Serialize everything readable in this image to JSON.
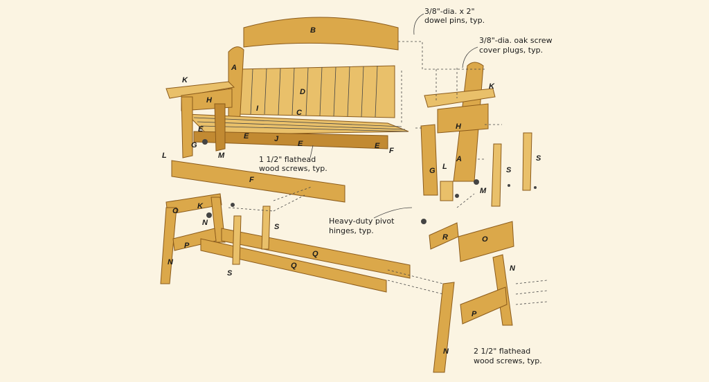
{
  "title": "Glider bench exploded view",
  "callouts": {
    "dowel_pins": [
      "3/8\"-dia. x 2\"",
      "dowel pins, typ."
    ],
    "screw_plugs": [
      "3/8\"-dia. oak screw",
      "cover plugs, typ."
    ],
    "flathead_short": [
      "1 1/2\" flathead",
      "wood screws, typ."
    ],
    "pivot_hinges": [
      "Heavy-duty pivot",
      "hinges, typ."
    ],
    "flathead_long": [
      "2 1/2\" flathead",
      "wood screws, typ."
    ]
  },
  "part_labels": {
    "B": "B",
    "A": "A",
    "K": "K",
    "H": "H",
    "D": "D",
    "I": "I",
    "C": "C",
    "E": "E",
    "J": "J",
    "F": "F",
    "G": "G",
    "L": "L",
    "M": "M",
    "O": "O",
    "N": "N",
    "S": "S",
    "P": "P",
    "Q": "Q",
    "R": "R"
  },
  "colors": {
    "wood": "#dba84a",
    "background": "#fbf4e2"
  }
}
